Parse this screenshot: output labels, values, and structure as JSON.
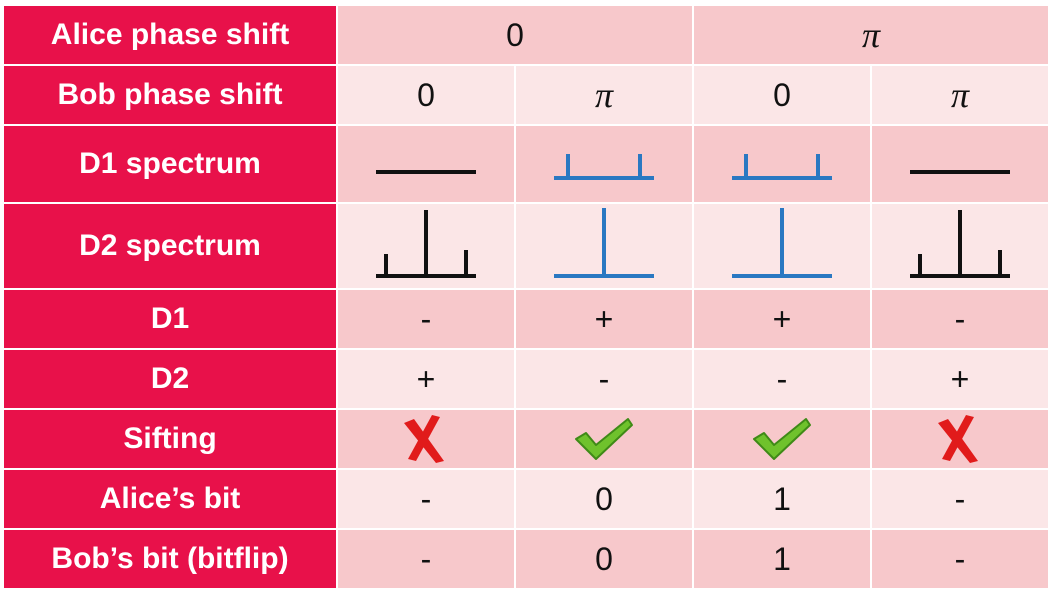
{
  "rows": {
    "alice_phase": {
      "label": "Alice phase shift",
      "values": [
        "0",
        "π"
      ]
    },
    "bob_phase": {
      "label": "Bob phase shift",
      "values": [
        "0",
        "π",
        "0",
        "π"
      ]
    },
    "d1_spectrum": {
      "label": "D1 spectrum"
    },
    "d2_spectrum": {
      "label": "D2 spectrum"
    },
    "d1": {
      "label": "D1",
      "values": [
        "-",
        "+",
        "+",
        "-"
      ]
    },
    "d2": {
      "label": "D2",
      "values": [
        "+",
        "-",
        "-",
        "+"
      ]
    },
    "sifting": {
      "label": "Sifting",
      "marks": [
        "cross-icon",
        "check-icon",
        "check-icon",
        "cross-icon"
      ]
    },
    "alice_bit": {
      "label": "Alice’s bit",
      "values": [
        "-",
        "0",
        "1",
        "-"
      ]
    },
    "bob_bit": {
      "label": "Bob’s bit (bitflip)",
      "values": [
        "-",
        "0",
        "1",
        "-"
      ]
    }
  },
  "colors": {
    "header_bg": "#e8114a",
    "row_dark": "#f7c8cb",
    "row_light": "#fbe6e7",
    "spectrum_black": "#111111",
    "spectrum_blue": "#2a78c2",
    "cross_red": "#e11b1b",
    "check_green": "#6fc22c"
  }
}
